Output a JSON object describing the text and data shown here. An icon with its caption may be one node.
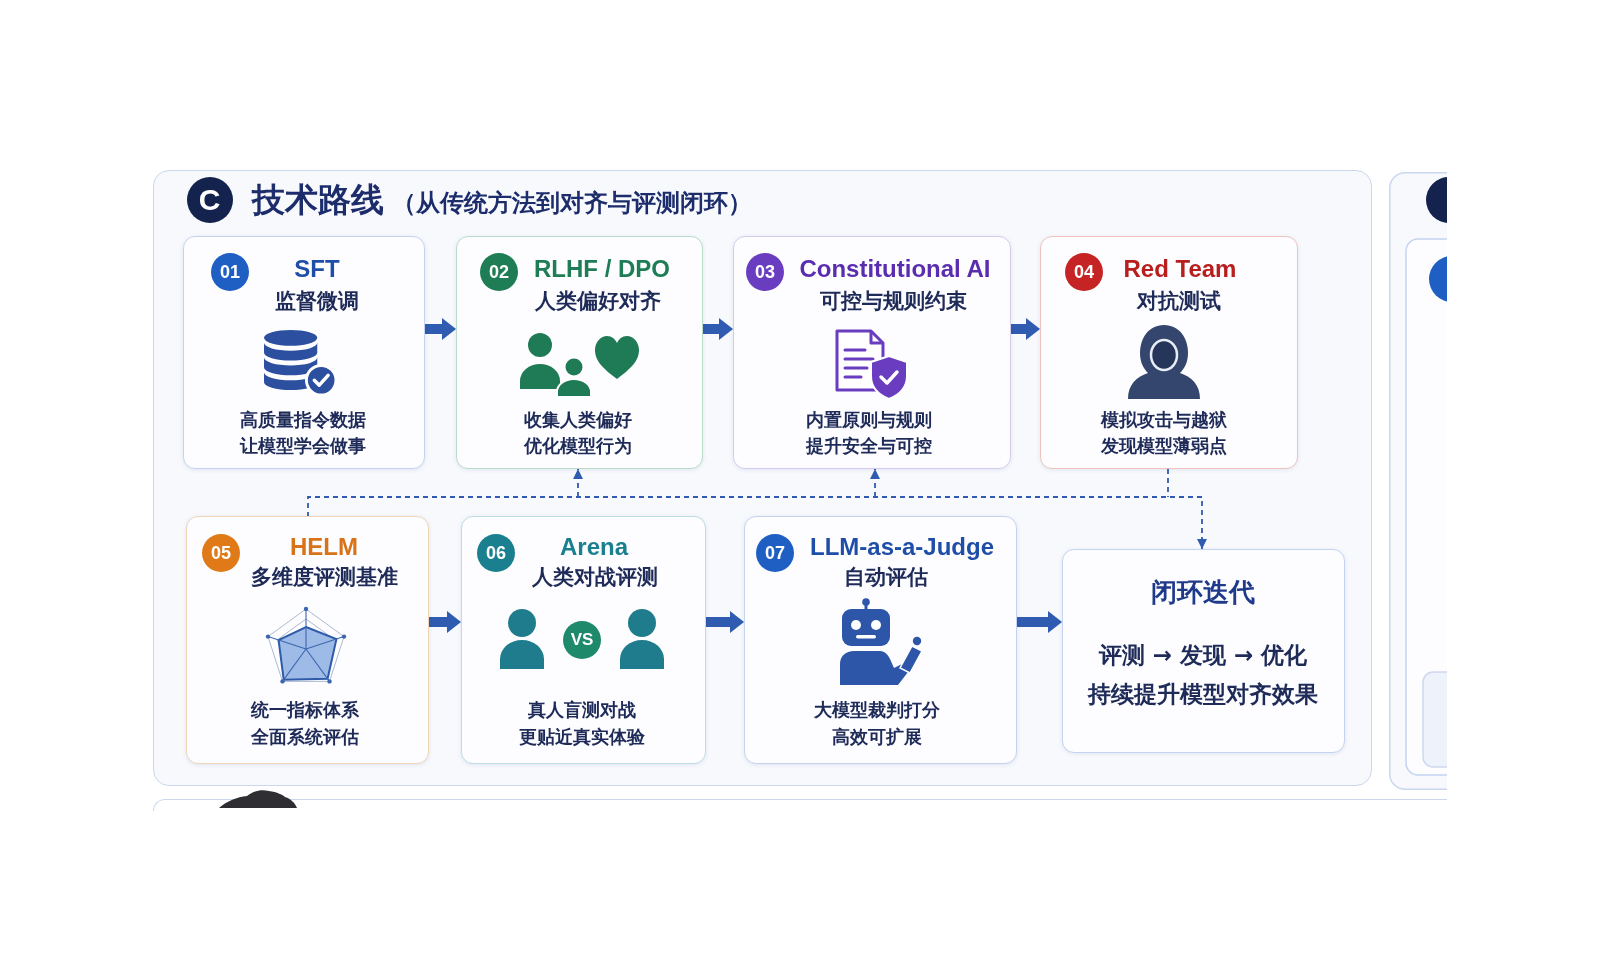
{
  "diagram": {
    "nodes": [
      {
        "text": [
          "C",
          "技术路线",
          "（从传统方法到对齐与评测闭环）"
        ]
      },
      {
        "text": [
          "01",
          "SFT",
          "监督微调",
          "高质量指令数据",
          "让模型学会做事"
        ],
        "in": 0
      },
      {
        "text": [
          "02",
          "RLHF / DPO",
          "人类偏好对齐",
          "收集人类偏好",
          "优化模型行为"
        ],
        "in": 0
      },
      {
        "text": [
          "03",
          "Constitutional AI",
          "可控与规则约束",
          "内置原则与规则",
          "提升安全与可控"
        ],
        "in": 0
      },
      {
        "text": [
          "04",
          "Red Team",
          "对抗测试",
          "模拟攻击与越狱",
          "发现模型薄弱点"
        ],
        "in": 0
      },
      {
        "text": [
          "05",
          "HELM",
          "多维度评测基准",
          "统一指标体系",
          "全面系统评估"
        ],
        "in": 0
      },
      {
        "text": [
          "06",
          "Arena",
          "人类对战评测",
          "VS",
          "真人盲测对战",
          "更贴近真实体验"
        ],
        "in": 0
      },
      {
        "text": [
          "07",
          "LLM-as-a-Judge",
          "自动评估",
          "大模型裁判打分",
          "高效可扩展"
        ],
        "in": 0
      },
      {
        "text": [
          "闭环迭代",
          "评测 → 发现 → 优化",
          "持续提升模型对齐效果"
        ],
        "in": 0
      }
    ],
    "edges": [
      {
        "from": 1,
        "to": 2,
        "arrow": "to"
      },
      {
        "from": 2,
        "to": 3,
        "arrow": "to"
      },
      {
        "from": 3,
        "to": 4,
        "arrow": "to"
      },
      {
        "from": 5,
        "to": 6,
        "arrow": "to"
      },
      {
        "from": 6,
        "to": 7,
        "arrow": "to"
      },
      {
        "from": 7,
        "to": 8,
        "arrow": "to"
      },
      {
        "from": 5,
        "to": 2,
        "arrow": "to",
        "style": "dashed"
      },
      {
        "from": 5,
        "to": 3,
        "arrow": "to",
        "style": "dashed"
      },
      {
        "from": 5,
        "to": 8,
        "arrow": "to",
        "style": "dashed"
      },
      {
        "from": 4,
        "to": 8,
        "arrow": "to",
        "style": "dashed"
      }
    ]
  }
}
